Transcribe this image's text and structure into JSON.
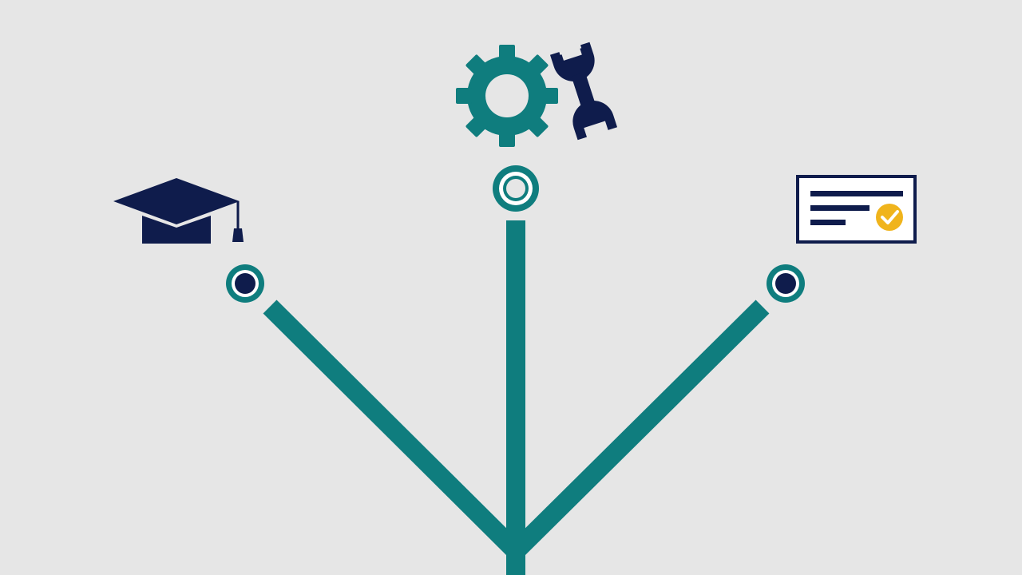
{
  "colors": {
    "background": "#e6e6e6",
    "teal": "#0f7d7e",
    "navy": "#0f1c4c",
    "gold": "#f0b41c",
    "white": "#ffffff",
    "node_inner_light": "#e6e6e6"
  },
  "diagram": {
    "type": "three-branch-tree",
    "branches": [
      {
        "id": "left",
        "icon": "graduation-cap-icon",
        "node_style": "navy-filled"
      },
      {
        "id": "center",
        "icon": "gear-and-wrench-icon",
        "node_style": "light-filled"
      },
      {
        "id": "right",
        "icon": "certificate-icon",
        "node_style": "navy-filled"
      }
    ]
  }
}
